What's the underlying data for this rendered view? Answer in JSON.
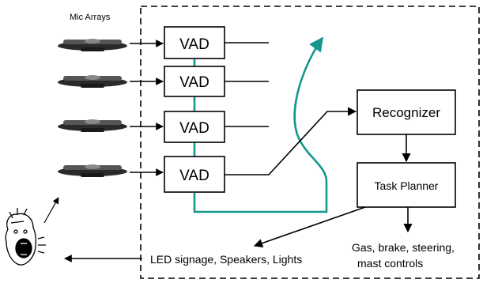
{
  "diagram": {
    "mic_arrays_label": "Mic Arrays",
    "vad_label": "VAD",
    "vad_count": 4,
    "recognizer_label": "Recognizer",
    "task_planner_label": "Task Planner",
    "outputs": {
      "signage_label": "LED signage, Speakers, Lights",
      "controls_line1": "Gas, brake, steering,",
      "controls_line2": "mast controls"
    },
    "colors": {
      "selection_curve": "#13978f",
      "boundary": "#000000",
      "box_stroke": "#000000"
    },
    "icons": [
      "microphone-array-icon",
      "shouting-person-icon"
    ]
  }
}
